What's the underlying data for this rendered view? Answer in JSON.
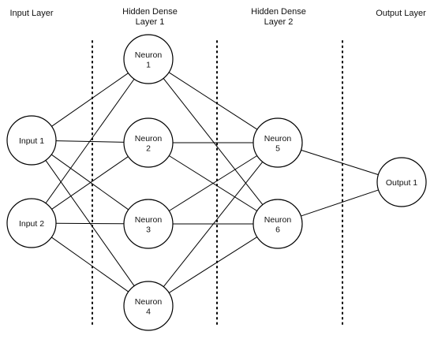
{
  "layers": [
    {
      "id": "input",
      "title_lines": [
        "Input Layer"
      ]
    },
    {
      "id": "hidden1",
      "title_lines": [
        "Hidden Dense",
        "Layer 1"
      ]
    },
    {
      "id": "hidden2",
      "title_lines": [
        "Hidden Dense",
        "Layer 2"
      ]
    },
    {
      "id": "output",
      "title_lines": [
        "Output Layer"
      ]
    }
  ],
  "nodes": [
    {
      "id": "in1",
      "layer": "input",
      "lines": [
        "Input 1"
      ]
    },
    {
      "id": "in2",
      "layer": "input",
      "lines": [
        "Input 2"
      ]
    },
    {
      "id": "n1",
      "layer": "hidden1",
      "lines": [
        "Neuron",
        "1"
      ]
    },
    {
      "id": "n2",
      "layer": "hidden1",
      "lines": [
        "Neuron",
        "2"
      ]
    },
    {
      "id": "n3",
      "layer": "hidden1",
      "lines": [
        "Neuron",
        "3"
      ]
    },
    {
      "id": "n4",
      "layer": "hidden1",
      "lines": [
        "Neuron",
        "4"
      ]
    },
    {
      "id": "n5",
      "layer": "hidden2",
      "lines": [
        "Neuron",
        "5"
      ]
    },
    {
      "id": "n6",
      "layer": "hidden2",
      "lines": [
        "Neuron",
        "6"
      ]
    },
    {
      "id": "out1",
      "layer": "output",
      "lines": [
        "Output 1"
      ]
    }
  ],
  "edges": [
    [
      "in1",
      "n1"
    ],
    [
      "in1",
      "n2"
    ],
    [
      "in1",
      "n3"
    ],
    [
      "in1",
      "n4"
    ],
    [
      "in2",
      "n1"
    ],
    [
      "in2",
      "n2"
    ],
    [
      "in2",
      "n3"
    ],
    [
      "in2",
      "n4"
    ],
    [
      "n1",
      "n5"
    ],
    [
      "n1",
      "n6"
    ],
    [
      "n2",
      "n5"
    ],
    [
      "n2",
      "n6"
    ],
    [
      "n3",
      "n5"
    ],
    [
      "n3",
      "n6"
    ],
    [
      "n4",
      "n5"
    ],
    [
      "n4",
      "n6"
    ],
    [
      "n5",
      "out1"
    ],
    [
      "n6",
      "out1"
    ]
  ]
}
